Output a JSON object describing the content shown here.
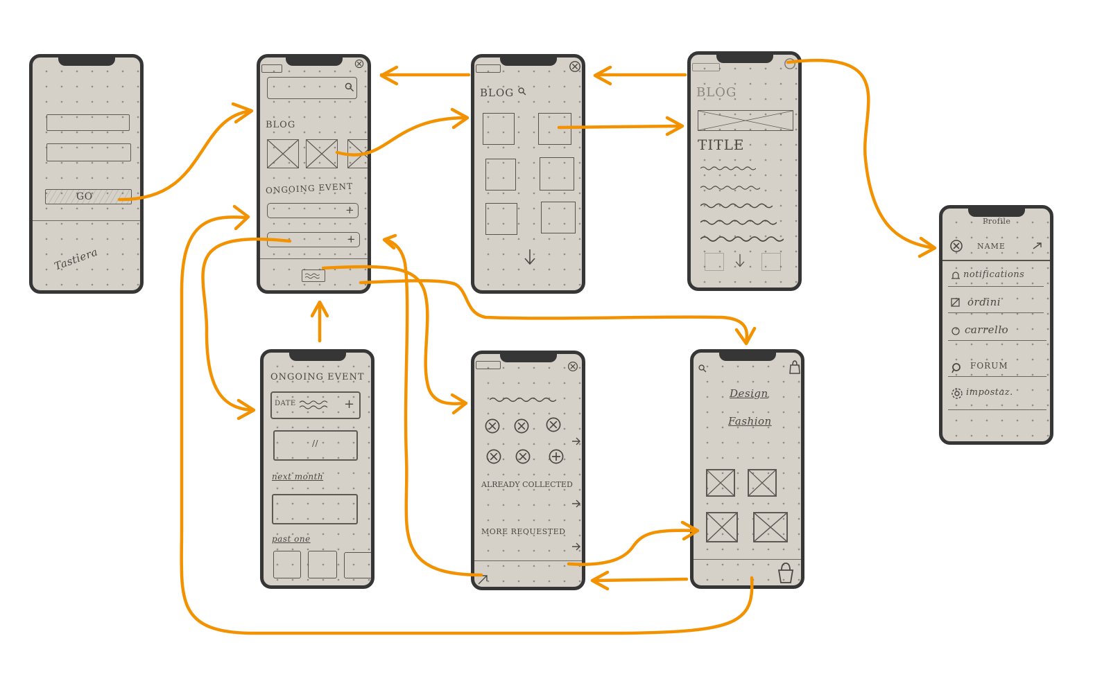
{
  "colors": {
    "arrow": "#f39200",
    "phone_frame": "#363636",
    "paper": "#d6d1c8",
    "pencil": "#4a4743"
  },
  "screens": {
    "login": {
      "go_label": "GO",
      "keyboard_label": "Tastiera"
    },
    "home": {
      "blog_label": "BLOG",
      "ongoing_label": "ONGOING EVENT",
      "plus": "+"
    },
    "blog_list": {
      "title": "BLOG"
    },
    "article": {
      "blog_label": "BLOG",
      "title": "TITLE"
    },
    "profile": {
      "header": "Profile",
      "name": "NAME",
      "menu": [
        "notifications",
        "ordini",
        "carrello",
        "FORUM",
        "impostaz."
      ]
    },
    "events": {
      "title": "ONGOING EVENT",
      "date_label": "DATE",
      "plus": "+",
      "next_month": "next month",
      "past_one": "past one"
    },
    "collection": {
      "already_collected": "ALREADY COLLECTED",
      "more_requested": "MORE REQUESTED",
      "plus": "+"
    },
    "shop": {
      "design": "Design",
      "fashion": "Fashion"
    }
  }
}
